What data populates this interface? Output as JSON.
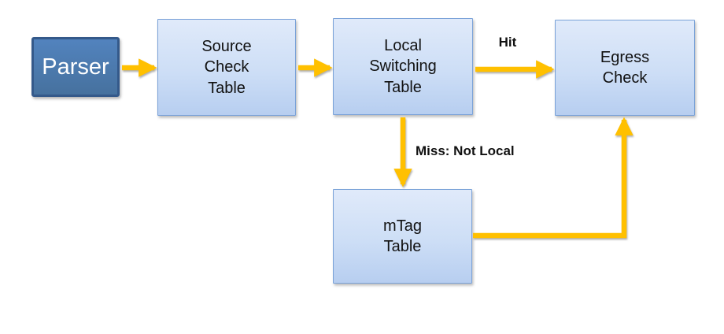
{
  "diagram": {
    "nodes": {
      "parser": {
        "label": "Parser"
      },
      "source": {
        "label": "Source\nCheck\nTable"
      },
      "local": {
        "label": "Local\nSwitching\nTable"
      },
      "egress": {
        "label": "Egress\nCheck"
      },
      "mtag": {
        "label": "mTag\nTable"
      }
    },
    "edges": [
      {
        "from": "parser",
        "to": "source",
        "label": ""
      },
      {
        "from": "source",
        "to": "local",
        "label": ""
      },
      {
        "from": "local",
        "to": "egress",
        "label": "Hit"
      },
      {
        "from": "local",
        "to": "mtag",
        "label": "Miss: Not Local"
      },
      {
        "from": "mtag",
        "to": "egress",
        "label": ""
      }
    ],
    "colors": {
      "arrow": "#FFC000",
      "node_fill_top": "#e0eafa",
      "node_fill_mid": "#cddef6",
      "node_fill_bottom": "#b7cef0",
      "node_border": "#7aa2d8",
      "parser_fill_top": "#5283be",
      "parser_fill_bottom": "#46719e",
      "parser_border": "#34598a",
      "text": "#111111"
    }
  }
}
